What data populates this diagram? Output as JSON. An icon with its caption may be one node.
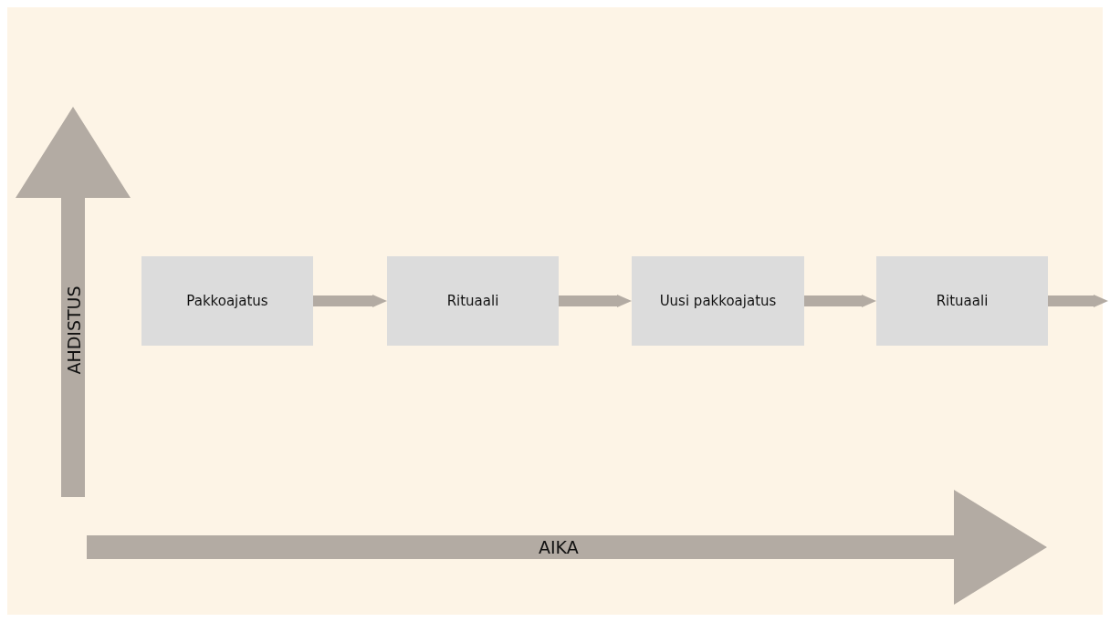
{
  "diagram": {
    "nodes": [
      {
        "text": [
          "Pakkoajatus"
        ]
      },
      {
        "text": [
          "Rituaali"
        ]
      },
      {
        "text": [
          "Uusi pakkoajatus"
        ]
      },
      {
        "text": [
          "Rituaali"
        ]
      }
    ],
    "edges": [
      {
        "from": 0,
        "to": 1,
        "arrow": "to"
      },
      {
        "from": 1,
        "to": 2,
        "arrow": "to"
      },
      {
        "from": 2,
        "to": 3,
        "arrow": "to"
      },
      {
        "from": 3,
        "to": null,
        "arrow": "to"
      }
    ],
    "labels": [
      "AHDISTUS",
      "AIKA"
    ]
  }
}
